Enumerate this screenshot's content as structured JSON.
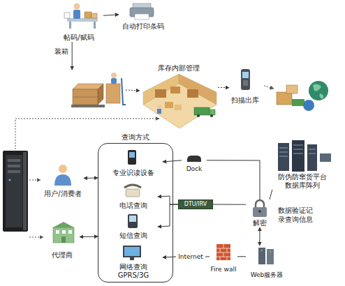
{
  "diagram": {
    "nodes": [
      {
        "text": [
          "帖码/赋码"
        ]
      },
      {
        "text": [
          "自动打印条码"
        ]
      },
      {
        "text": [
          "装箱"
        ]
      },
      {
        "text": [
          "库存内部管理"
        ]
      },
      {
        "text": [
          "扫描出库"
        ]
      },
      {
        "text": [
          "用户/消费者"
        ]
      },
      {
        "text": [
          "代理商"
        ]
      },
      {
        "text": [
          "查询方式"
        ]
      },
      {
        "text": [
          "专业识读设备"
        ],
        "in": 7
      },
      {
        "text": [
          "电话查询"
        ],
        "in": 7
      },
      {
        "text": [
          "短信查询"
        ],
        "in": 7
      },
      {
        "text": [
          "网络查询 GPRS/3G"
        ],
        "in": 7
      },
      {
        "text": [
          "Dock"
        ]
      },
      {
        "text": [
          "DTU/IRV"
        ]
      },
      {
        "text": [
          "Internet"
        ]
      },
      {
        "text": [
          "Fire wall"
        ]
      },
      {
        "text": [
          "解密"
        ]
      },
      {
        "text": [
          "Web服务器"
        ]
      },
      {
        "text": [
          "防伪防窜货平台 数据库阵列"
        ]
      }
    ],
    "edges": [
      {
        "from": 0,
        "to": 1,
        "arrow": "to"
      },
      {
        "from": 0,
        "to": 2,
        "arrow": "to"
      },
      {
        "from": 2,
        "to": 3,
        "arrow": "to"
      },
      {
        "from": 3,
        "to": 4,
        "arrow": "to"
      },
      {
        "from": 5,
        "to": 7,
        "arrow": "both"
      },
      {
        "from": 6,
        "to": 7,
        "arrow": "both"
      },
      {
        "from": 12,
        "to": 8,
        "arrow": "to"
      },
      {
        "from": 13,
        "to": 9,
        "arrow": "to"
      },
      {
        "from": 13,
        "to": 10,
        "arrow": "to"
      },
      {
        "from": 14,
        "to": 11,
        "arrow": "to"
      },
      {
        "from": 14,
        "to": 15,
        "arrow": "none"
      },
      {
        "from": 15,
        "to": 17,
        "arrow": "none"
      },
      {
        "from": 16,
        "to": 17,
        "arrow": "both"
      },
      {
        "from": 12,
        "to": 16,
        "arrow": "none"
      },
      {
        "from": 13,
        "to": 16,
        "arrow": "none"
      },
      {
        "from": 16,
        "to": 18,
        "arrow": "none"
      }
    ],
    "labels": [
      "数据验证记 录查询信息"
    ]
  }
}
